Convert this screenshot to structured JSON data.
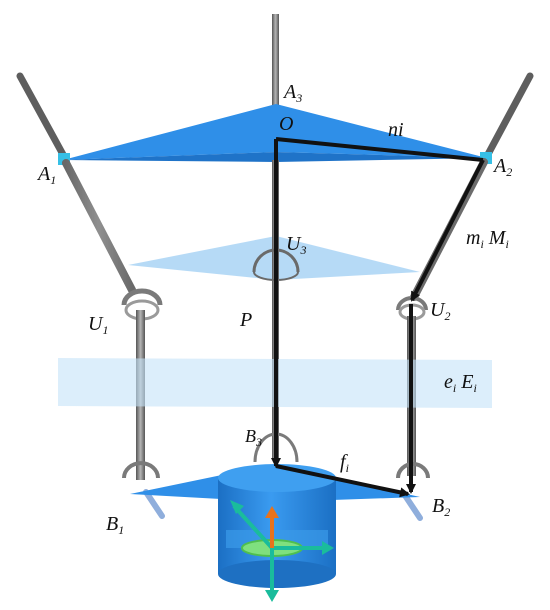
{
  "labels": {
    "A3": {
      "main": "A",
      "sub": "3"
    },
    "O": {
      "main": "O"
    },
    "ni": {
      "main": "ni"
    },
    "A1": {
      "main": "A",
      "sub": "1"
    },
    "A2": {
      "main": "A",
      "sub": "2"
    },
    "U3": {
      "main": "U",
      "sub": "3"
    },
    "miMi": {
      "main": "m",
      "sub": "i",
      "main2": " M",
      "sub2": "i"
    },
    "U1": {
      "main": "U",
      "sub": "1"
    },
    "P": {
      "main": "P"
    },
    "U2": {
      "main": "U",
      "sub": "2"
    },
    "eiEi": {
      "main": "e",
      "sub": "i",
      "main2": " E",
      "sub2": "i"
    },
    "B3": {
      "main": "B",
      "sub": "3"
    },
    "fi": {
      "main": "f",
      "sub": "i"
    },
    "B1": {
      "main": "B",
      "sub": "1"
    },
    "B2": {
      "main": "B",
      "sub": "2"
    }
  },
  "colors": {
    "top_plate": "#2f8fe8",
    "top_plate_dark": "#1f73c8",
    "mid_plate": "#a9d3f5",
    "work_plane": "#d6ecfb",
    "bottom_plate": "#2f8fe8",
    "cylinder": "#2f8fe8",
    "rod": "#6f6f6f",
    "vector": "#111111",
    "frame_teal": "#1abc9c",
    "frame_orange": "#e8731c",
    "frame_green": "#7fe07f"
  }
}
